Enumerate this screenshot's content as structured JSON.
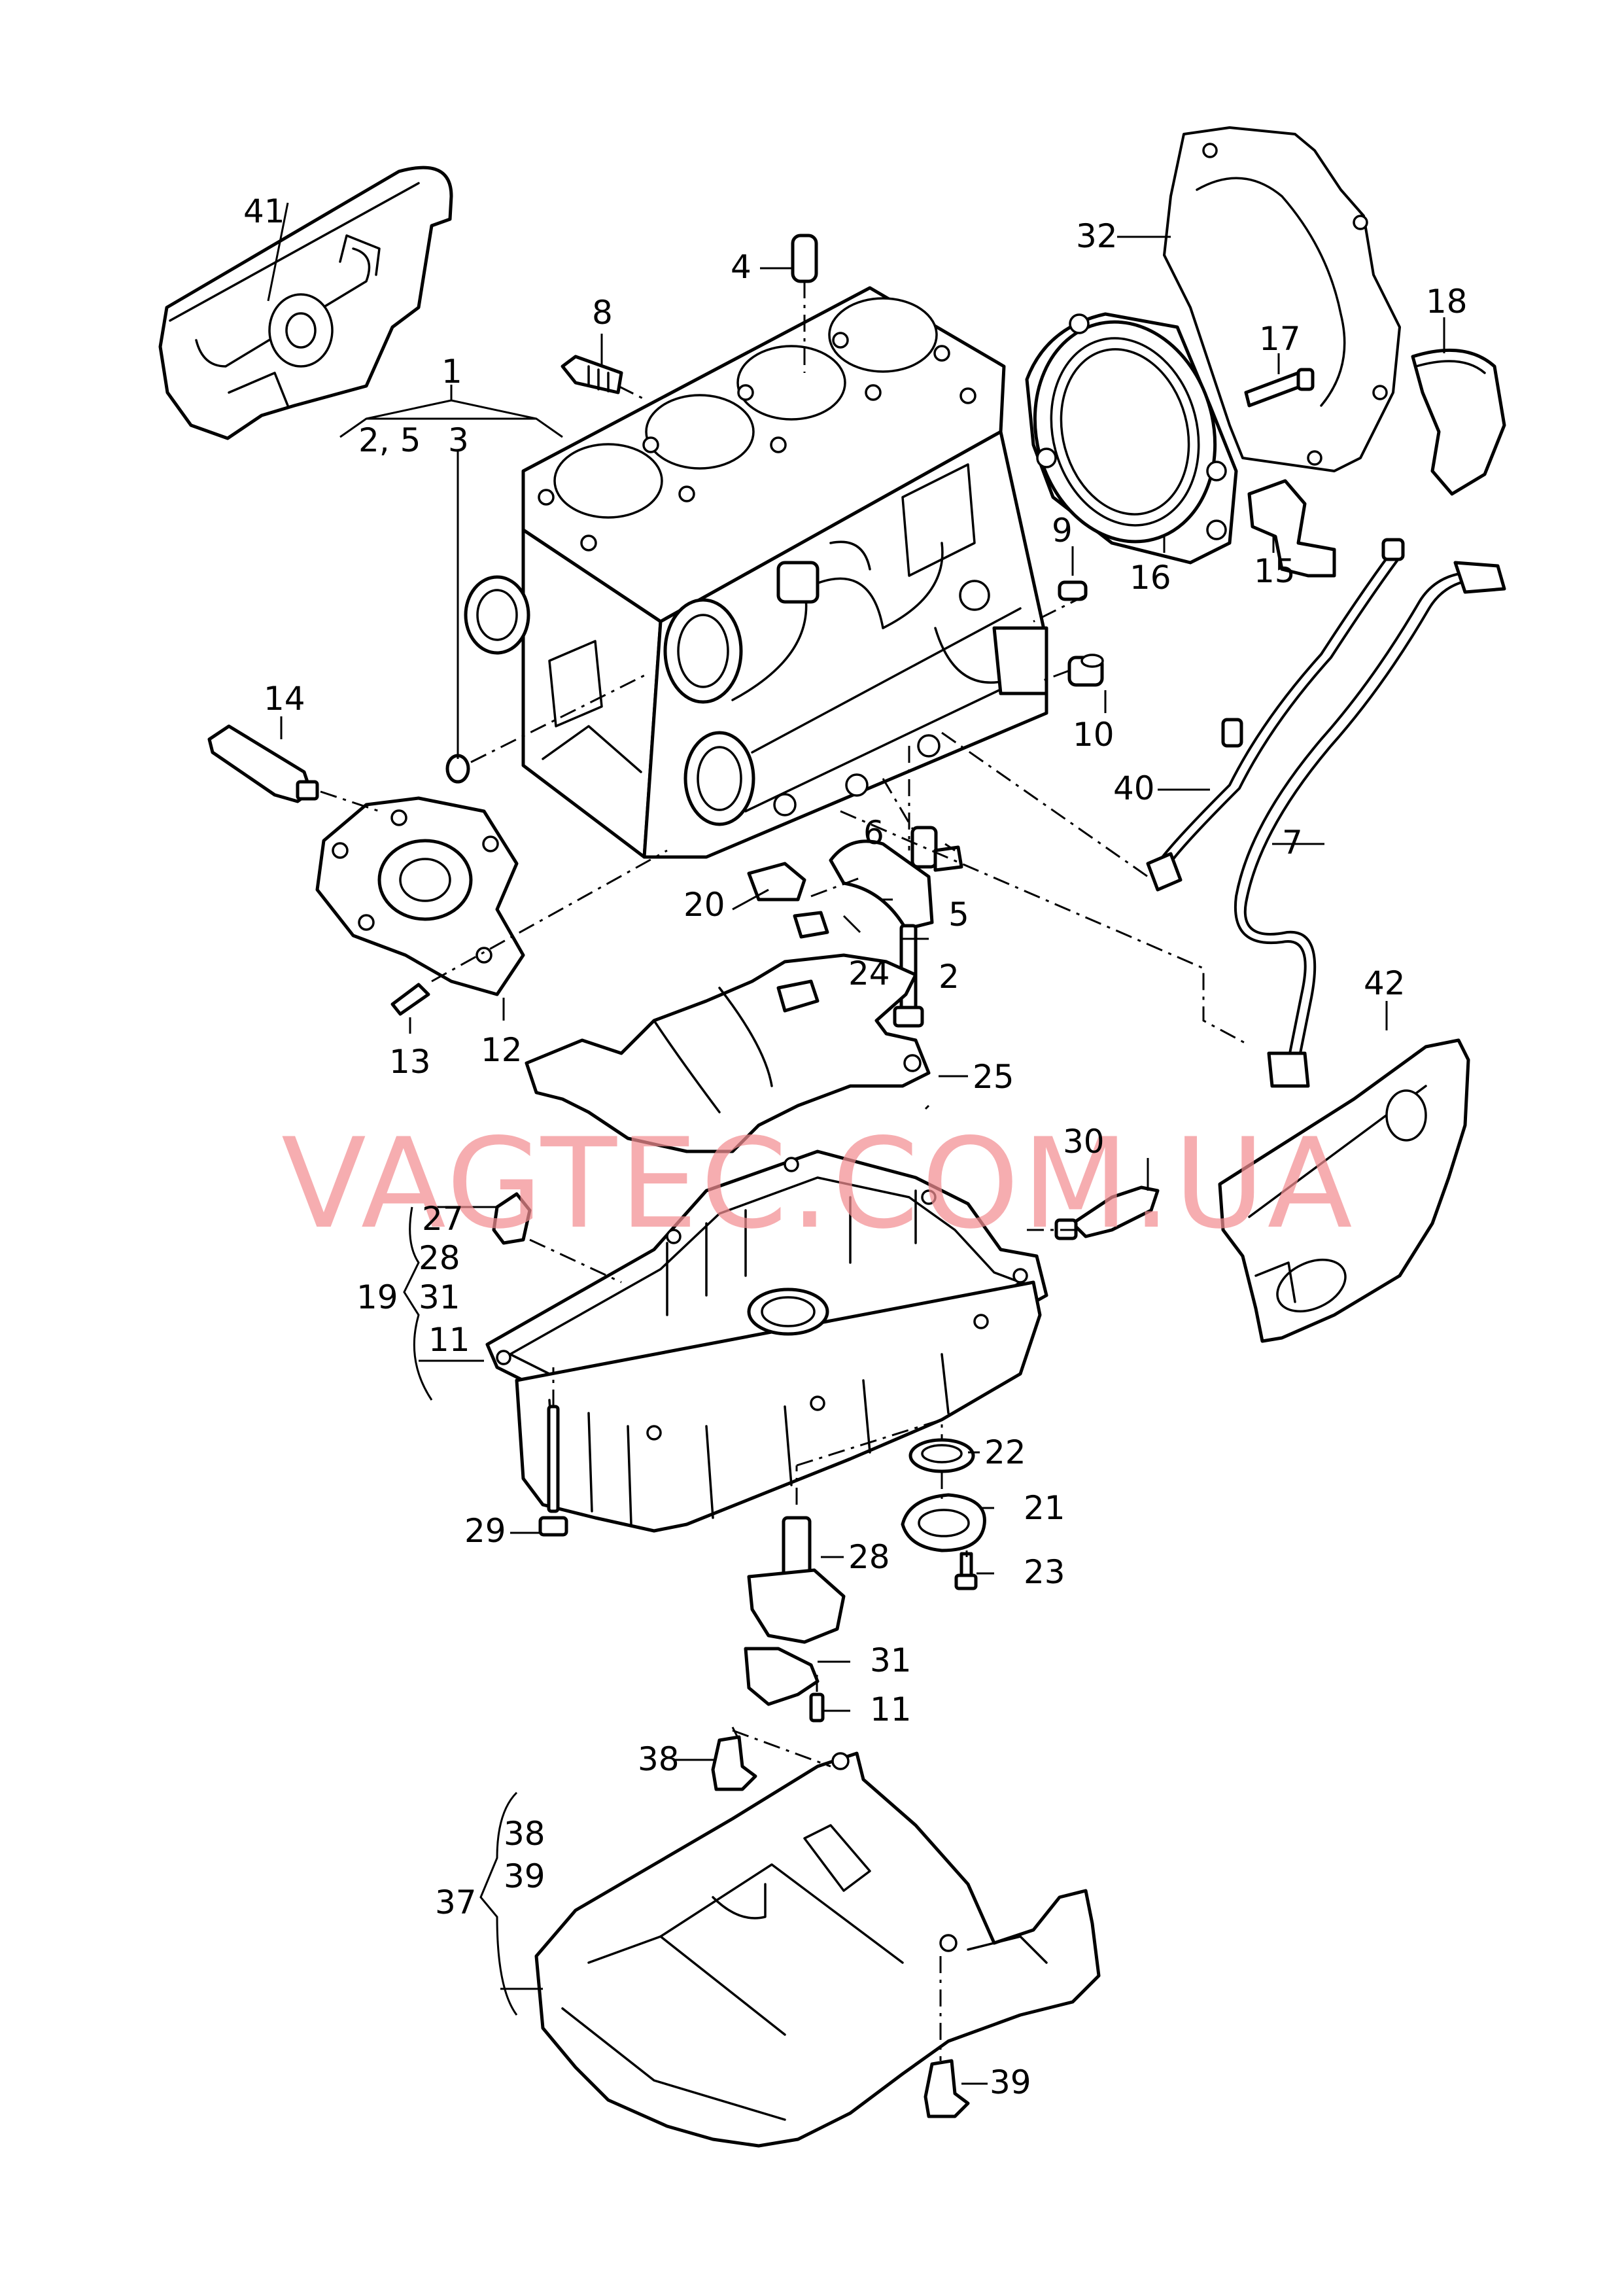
{
  "watermark": "VAGTEC.COM.UA",
  "callouts": {
    "c1": "1",
    "c2_5": "2, 5",
    "c3": "3",
    "c2": "2",
    "c4": "4",
    "c5": "5",
    "c6": "6",
    "c7": "7",
    "c8": "8",
    "c9": "9",
    "c10": "10",
    "c11a": "11",
    "c11b": "11",
    "c12": "12",
    "c13": "13",
    "c14": "14",
    "c15": "15",
    "c16": "16",
    "c17": "17",
    "c18": "18",
    "c19": "19",
    "c20": "20",
    "c21": "21",
    "c22": "22",
    "c23": "23",
    "c24": "24",
    "c25": "25",
    "c27": "27",
    "c28a": "28",
    "c28b": "28",
    "c29": "29",
    "c30": "30",
    "c31a": "31",
    "c31b": "31",
    "c32": "32",
    "c37": "37",
    "c38a": "38",
    "c38b": "38",
    "c39a": "39",
    "c39b": "39",
    "c40": "40",
    "c41": "41",
    "c42": "42"
  }
}
